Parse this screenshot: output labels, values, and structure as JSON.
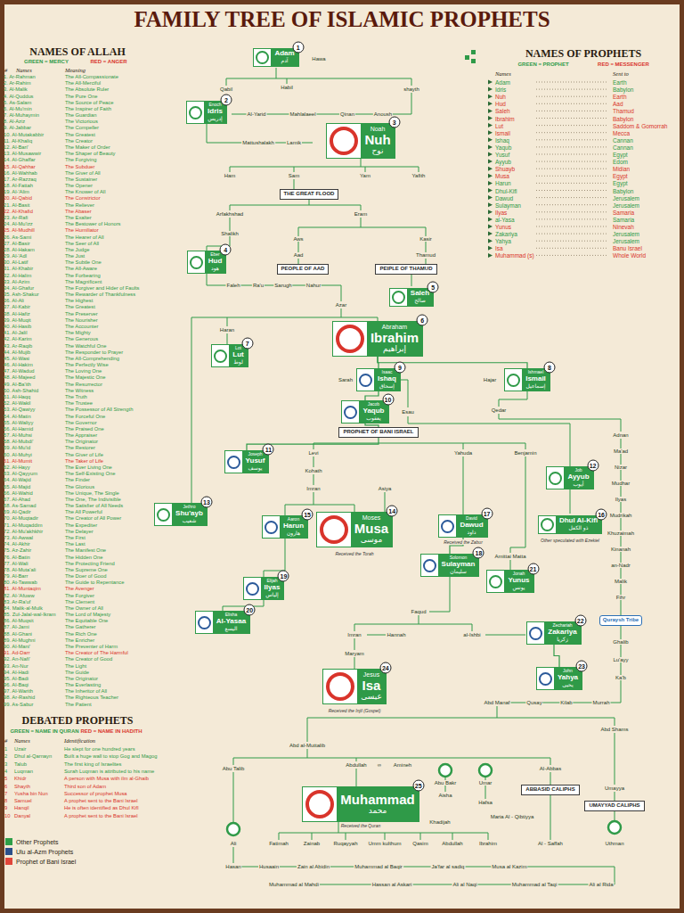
{
  "diagram": {
    "title": "FAMILY TREE OF ISLAMIC PROPHETS",
    "nodes": [
      {
        "text": [
          "Adam",
          "آدم"
        ]
      },
      {
        "text": [
          "Enoch",
          "Idris",
          "إدريس"
        ]
      },
      {
        "text": [
          "Noah",
          "Nuh",
          "نوح"
        ]
      },
      {
        "text": [
          "THE GREAT FLOOD"
        ]
      },
      {
        "text": [
          "Eber",
          "Hud",
          "هود"
        ]
      },
      {
        "text": [
          "PEOPLE OF AAD"
        ]
      },
      {
        "text": [
          "PEIPLE OF THAMUD"
        ]
      },
      {
        "text": [
          "Saleh",
          "صالح"
        ]
      },
      {
        "text": [
          "Abraham",
          "Ibrahim",
          "إبراهيم"
        ]
      },
      {
        "text": [
          "Lot",
          "Lut",
          "لوط"
        ]
      },
      {
        "text": [
          "Isaac",
          "Ishaq",
          "إسحاق"
        ]
      },
      {
        "text": [
          "Ishmael",
          "Ismail",
          "إسماعيل"
        ]
      },
      {
        "text": [
          "Jacob",
          "Yaqub",
          "يعقوب"
        ]
      },
      {
        "text": [
          "PROPHET OF BANI ISRAEL"
        ]
      },
      {
        "text": [
          "Joseph",
          "Yusuf",
          "يوسف"
        ]
      },
      {
        "text": [
          "Job",
          "Ayyub",
          "أيوب"
        ]
      },
      {
        "text": [
          "Jethro",
          "Shu'ayb",
          "شعيب"
        ]
      },
      {
        "text": [
          "Aaron",
          "Harun",
          "هارون"
        ]
      },
      {
        "text": [
          "Moses",
          "Musa",
          "موسى"
        ]
      },
      {
        "text": [
          "David",
          "Dawud",
          "داود"
        ]
      },
      {
        "text": [
          "Dhul Al-Kifl",
          "ذو الكفل"
        ]
      },
      {
        "text": [
          "Solomon",
          "Sulayman",
          "سليمان"
        ]
      },
      {
        "text": [
          "Elijah",
          "Ilyas",
          "إلياس"
        ]
      },
      {
        "text": [
          "Jonah",
          "Yunus",
          "يونس"
        ]
      },
      {
        "text": [
          "Elisha",
          "Al-Yasaa",
          "اليسع"
        ]
      },
      {
        "text": [
          "Zechariah",
          "Zakariya",
          "زكريا"
        ]
      },
      {
        "text": [
          "Jesus",
          "Isa",
          "عيسى"
        ]
      },
      {
        "text": [
          "John",
          "Yahya",
          "يحيى"
        ]
      },
      {
        "text": [
          "Quraysh Tribe"
        ]
      },
      {
        "text": [
          "ABBASID CALIPHS"
        ]
      },
      {
        "text": [
          "UMAYYAD CALIPHS"
        ]
      },
      {
        "text": [
          "Muhammad",
          "محمد"
        ]
      }
    ],
    "edges": [
      {
        "from": 8,
        "to": 10,
        "arrow": "none"
      },
      {
        "from": 8,
        "to": 11,
        "arrow": "none"
      },
      {
        "from": 10,
        "to": 12,
        "arrow": "none"
      },
      {
        "from": 12,
        "to": 13,
        "arrow": "none"
      },
      {
        "from": 13,
        "to": 14,
        "arrow": "none"
      },
      {
        "from": 19,
        "to": 21,
        "arrow": "none"
      },
      {
        "from": 25,
        "to": 27,
        "arrow": "none"
      }
    ],
    "labels": [
      "NAMES OF ALLAH",
      "GREEN = MERCY",
      "RED = ANGER",
      "#",
      "Names",
      "Meaning",
      "1. Ar-Rahman",
      "The All-Compassionate",
      "2. Ar-Rahim",
      "The All-Merciful",
      "3. Al-Malik",
      "The Absolute Ruler",
      "4. Al-Quddus",
      "The Pure One",
      "5. As-Salam",
      "The Source of Peace",
      "6. Al-Mu'min",
      "The Inspirer of Faith",
      "7. Al-Muhaymin",
      "The Guardian",
      "8. Al-Aziz",
      "The Victorious",
      "9. Al-Jabbar",
      "The Compeller",
      "10. Al-Mutakabbir",
      "The Greatest",
      "11. Al-Khaliq",
      "The Creator",
      "12. Al-Bari'",
      "The Maker of Order",
      "13. Al-Musawwir",
      "The Shaper of Beauty",
      "14. Al-Ghaffar",
      "The Forgiving",
      "15. Al-Qahhar",
      "The Subduer",
      "16. Al-Wahhab",
      "The Giver of All",
      "17. Ar-Razzaq",
      "The Sustainer",
      "18. Al-Fattah",
      "The Opener",
      "19. Al-'Alim",
      "The Knower of All",
      "20. Al-Qabid",
      "The Constrictor",
      "21. Al-Basit",
      "The Reliever",
      "22. Al-Khafid",
      "The Abaser",
      "23. Ar-Rafi",
      "The Exalter",
      "24. Al-Mu'izz",
      "The Bestower of Honors",
      "25. Al-Mudhill",
      "The Humiliator",
      "26. As-Sami",
      "The Hearer of All",
      "27. Al-Basir",
      "The Seer of All",
      "28. Al-Hakam",
      "The Judge",
      "29. Al-'Adl",
      "The Just",
      "30. Al-Latif",
      "The Subtle One",
      "31. Al-Khabir",
      "The All-Aware",
      "32. Al-Halim",
      "The Forbearing",
      "33. Al-Azim",
      "The Magnificent",
      "34. Al-Ghafur",
      "The Forgiver and Hider of Faults",
      "35. Ash-Shakur",
      "The Rewarder of Thankfulness",
      "36. Al-Ali",
      "The Highest",
      "37. Al-Kabir",
      "The Greatest",
      "38. Al-Hafiz",
      "The Preserver",
      "39. Al-Muqit",
      "The Nourisher",
      "40. Al-Hasib",
      "The Accounter",
      "41. Al-Jalil",
      "The Mighty",
      "42. Al-Karim",
      "The Generous",
      "43. Ar-Raqib",
      "The Watchful One",
      "44. Al-Mujib",
      "The Responder to Prayer",
      "45. Al-Wasi",
      "The All-Comprehending",
      "46. Al-Hakim",
      "The Perfectly Wise",
      "47. Al-Wadud",
      "The Loving One",
      "48. Al-Majeed",
      "The Majestic One",
      "49. Al-Ba'ith",
      "The Resurrector",
      "50. Ash-Shahid",
      "The Witness",
      "51. Al-Haqq",
      "The Truth",
      "52. Al-Wakil",
      "The Trustee",
      "53. Al-Qawiyy",
      "The Possessor of All Strength",
      "54. Al-Matin",
      "The Forceful One",
      "55. Al-Waliyy",
      "The Governor",
      "56. Al-Hamid",
      "The Praised One",
      "57. Al-Muhsi",
      "The Appraiser",
      "58. Al-Mubdi'",
      "The Originator",
      "59. Al-Mu'id",
      "The Restorer",
      "60. Al-Muhyi",
      "The Giver of Life",
      "61. Al-Mumit",
      "The Taker of Life",
      "62. Al-Hayy",
      "The Ever Living One",
      "63. Al-Qayyum",
      "The Self-Existing One",
      "64. Al-Wajid",
      "The Finder",
      "65. Al-Majid",
      "The Glorious",
      "66. Al-Wahid",
      "The Unique, The Single",
      "67. Al-Ahad",
      "The One, The Indivisible",
      "68. As-Samad",
      "The Satisfier of All Needs",
      "69. Al-Qadir",
      "The All Powerful",
      "70. Al-Muqtadir",
      "The Creator of All Power",
      "71. Al-Muqaddim",
      "The Expediter",
      "72. Al-Mu'akhkhir",
      "The Delayer",
      "73. Al-Awwal",
      "The First",
      "74. Al-Akhir",
      "The Last",
      "75. Az-Zahir",
      "The Manifest One",
      "76. Al-Batin",
      "The Hidden One",
      "77. Al-Wali",
      "The Protecting Friend",
      "78. Al-Muta'ali",
      "The Supreme One",
      "79. Al-Barr",
      "The Doer of Good",
      "80. At-Tawwab",
      "The Guide to Repentance",
      "81. Al-Muntaqim",
      "The Avenger",
      "82. Al-'Afuww",
      "The Forgiver",
      "83. Ar-Ra'uf",
      "The Clement",
      "84. Malik-al-Mulk",
      "The Owner of All",
      "85. Zul-Jalal-wal-Ikram",
      "The Lord of Majesty",
      "86. Al-Muqsit",
      "The Equitable One",
      "87. Al-Jami",
      "The Gatherer",
      "88. Al-Ghani",
      "The Rich One",
      "89. Al-Mughni",
      "The Enricher",
      "90. Al-Mani'",
      "The Preventer of Harm",
      "91. Ad-Darr",
      "The Creator of The Harmful",
      "92. An-Nafi'",
      "The Creator of Good",
      "93. An-Nur",
      "The Light",
      "94. Al-Hadi",
      "The Guide",
      "95. Al-Badi",
      "The Originator",
      "96. Al-Baqi",
      "The Everlasting",
      "97. Al-Warith",
      "The Inheritor of All",
      "98. Ar-Rashid",
      "The Righteous Teacher",
      "99. As-Sabur",
      "The Patient",
      "DEBATED PROPHETS",
      "GREEN = NAME IN QURAN",
      "RED = NAME IN HADITH",
      "#",
      "Names",
      "Identification",
      "1",
      "Uzair",
      "He slept for one hundred years",
      "2",
      "Dhul al-Qarnayn",
      "Built a huge wall to stop Gog and Magog",
      "3",
      "Talub",
      "The first king of Israelites",
      "4",
      "Luqman",
      "Surah Luqman is attributed to his name",
      "5",
      "Khidr",
      "A person with Musa with ilm al-Ghaib",
      "6",
      "Shayth",
      "Third son of Adam",
      "7",
      "Yusha bin Nun",
      "Successor of prophet Musa",
      "8",
      "Samuel",
      "A prophet sent to the Bani Israel",
      "9",
      "Hanqil",
      "He is often identified as Dhul Kifl",
      "10",
      "Danyal",
      "A prophet sent to the Bani Israel",
      "NAMES OF PROPHETS",
      "GREEN = PROPHET",
      "RED = MESSENGER",
      "Names",
      "Sent to",
      "Adam",
      "Earth",
      "Idris",
      "Babylon",
      "Nuh",
      "Earth",
      "Hud",
      "Aad",
      "Saleh",
      "Thamud",
      "Ibrahim",
      "Babylon",
      "Lut",
      "Saddom & Gomorrah",
      "Ismail",
      "Mecca",
      "Ishaq",
      "Cannan",
      "Yaqub",
      "Cannan",
      "Yusuf",
      "Egypt",
      "Ayyub",
      "Edom",
      "Shuayb",
      "Midian",
      "Musa",
      "Egypt",
      "Harun",
      "Egypt",
      "Dhul-Kifl",
      "Babylon",
      "Dawud",
      "Jerusalem",
      "Sulayman",
      "Jerusalem",
      "Ilyas",
      "Samaria",
      "al-Yasa",
      "Samaria",
      "Yunus",
      "Ninevah",
      "Zakariya",
      "Jerusalem",
      "Yahya",
      "Jerusalem",
      "Isa",
      "Banu Israel",
      "Muhammad (s)",
      "Whole World",
      "1",
      "2",
      "3",
      "4",
      "5",
      "6",
      "7",
      "8",
      "9",
      "10",
      "11",
      "12",
      "13",
      "14",
      "15",
      "16",
      "17",
      "18",
      "19",
      "20",
      "21",
      "22",
      "23",
      "24",
      "25",
      "Hawa",
      "Qabil",
      "Habil",
      "shayth",
      "Anoush",
      "Qinan",
      "Mahlalaeel",
      "Al-Yarid",
      "Mattushalakh",
      "Lamik",
      "Ham",
      "Sam",
      "Yam",
      "Yafith",
      "Arfakhshad",
      "Eram",
      "Shalikh",
      "Aws",
      "Kasir",
      "Aad",
      "Thamud",
      "Faleh",
      "Ra'u",
      "Sarugh",
      "Nahur",
      "Azar",
      "Haran",
      "Sarah",
      "Hajar",
      "Esau",
      "Qedar",
      "Levi",
      "Yahuda",
      "Benjamin",
      "Kohath",
      "Imran",
      "Asiya",
      "Received the Torah",
      "Received the Zabur",
      "Other speculated with Ezekiel",
      "Amittai Matta",
      "Faqud",
      "Imran",
      "Hannah",
      "al-Ishbi",
      "Maryam",
      "Received the Injil (Gospel)",
      "Adnan",
      "Ma'ad",
      "Nizar",
      "Mudhar",
      "Ilyas",
      "Mudrikah",
      "Khuzaimah",
      "Kinanah",
      "an-Nadr",
      "Malik",
      "Fihr",
      "Ghalib",
      "Lu'ayy",
      "Ka'b",
      "Murrah",
      "Kilab",
      "Qusay",
      "Abd Manaf",
      "Abd Shams",
      "Abd al-Muttalib",
      "Abu Talib",
      "Abdullah",
      "∞",
      "Amineh",
      "Abu Bakr",
      "Umar",
      "Al-Abbas",
      "Aisha",
      "Hafsa",
      "Umayya",
      "Khadijah",
      "Maria Al - Qibtiyya",
      "Received the Quran",
      "Ali",
      "Fatimah",
      "Zainab",
      "Ruqayyah",
      "Umm kulthum",
      "Qasim",
      "Abdullah",
      "Ibrahim",
      "Al - Saffah",
      "Uthman",
      "Hasan",
      "Husaain",
      "Zain al Abidin",
      "Muhammad al Baqir",
      "Ja'far al sadiq",
      "Musa al Kazim",
      "Ali al Rida",
      "Muhammad al Taqi",
      "Ali al Naqi",
      "Hassan al Askari",
      "Muhammad al Mahdi"
    ],
    "legend": [
      {
        "text": "Other Prophets",
        "color": "#2e9e48"
      },
      {
        "text": "Ulu al-Azm Prophets",
        "color": "#2b4f8a"
      },
      {
        "text": "Prophet of Bani Israel",
        "color": "#e0453a"
      }
    ]
  }
}
